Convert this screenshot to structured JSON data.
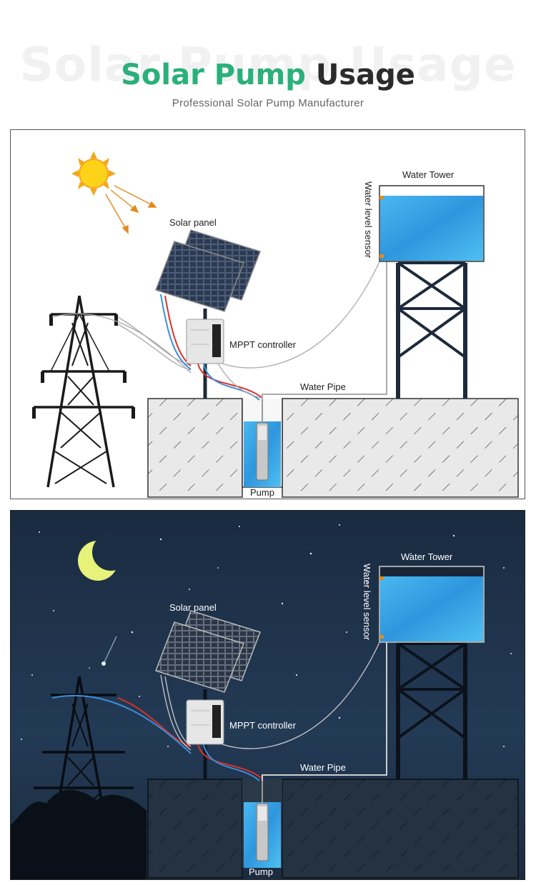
{
  "header": {
    "watermark": "Solar Pump Usage",
    "title_part1": "Solar Pump",
    "title_part2": "Usage",
    "subtitle": "Professional Solar Pump Manufacturer"
  },
  "day_scene": {
    "labels": {
      "solar_panel": "Solar panel",
      "mppt_controller": "MPPT controller",
      "water_tower": "Water Tower",
      "water_level_sensor": "Water level sensor",
      "water_pipe": "Water Pipe",
      "pump": "Pump"
    }
  },
  "night_scene": {
    "labels": {
      "solar_panel": "Solar panel",
      "mppt_controller": "MPPT controller",
      "water_tower": "Water Tower",
      "water_level_sensor": "Water level sensor",
      "water_pipe": "Water Pipe",
      "pump": "Pump"
    }
  },
  "colors": {
    "title_green": "#2bb07b",
    "title_dark": "#2b2b2b",
    "water_blue": "#3aa6e8",
    "wire_red": "#d9322b",
    "wire_blue": "#3a8fd9",
    "sun_yellow": "#ffd21a",
    "moon_yellow": "#e6f27a",
    "night_sky": "#15263a"
  }
}
